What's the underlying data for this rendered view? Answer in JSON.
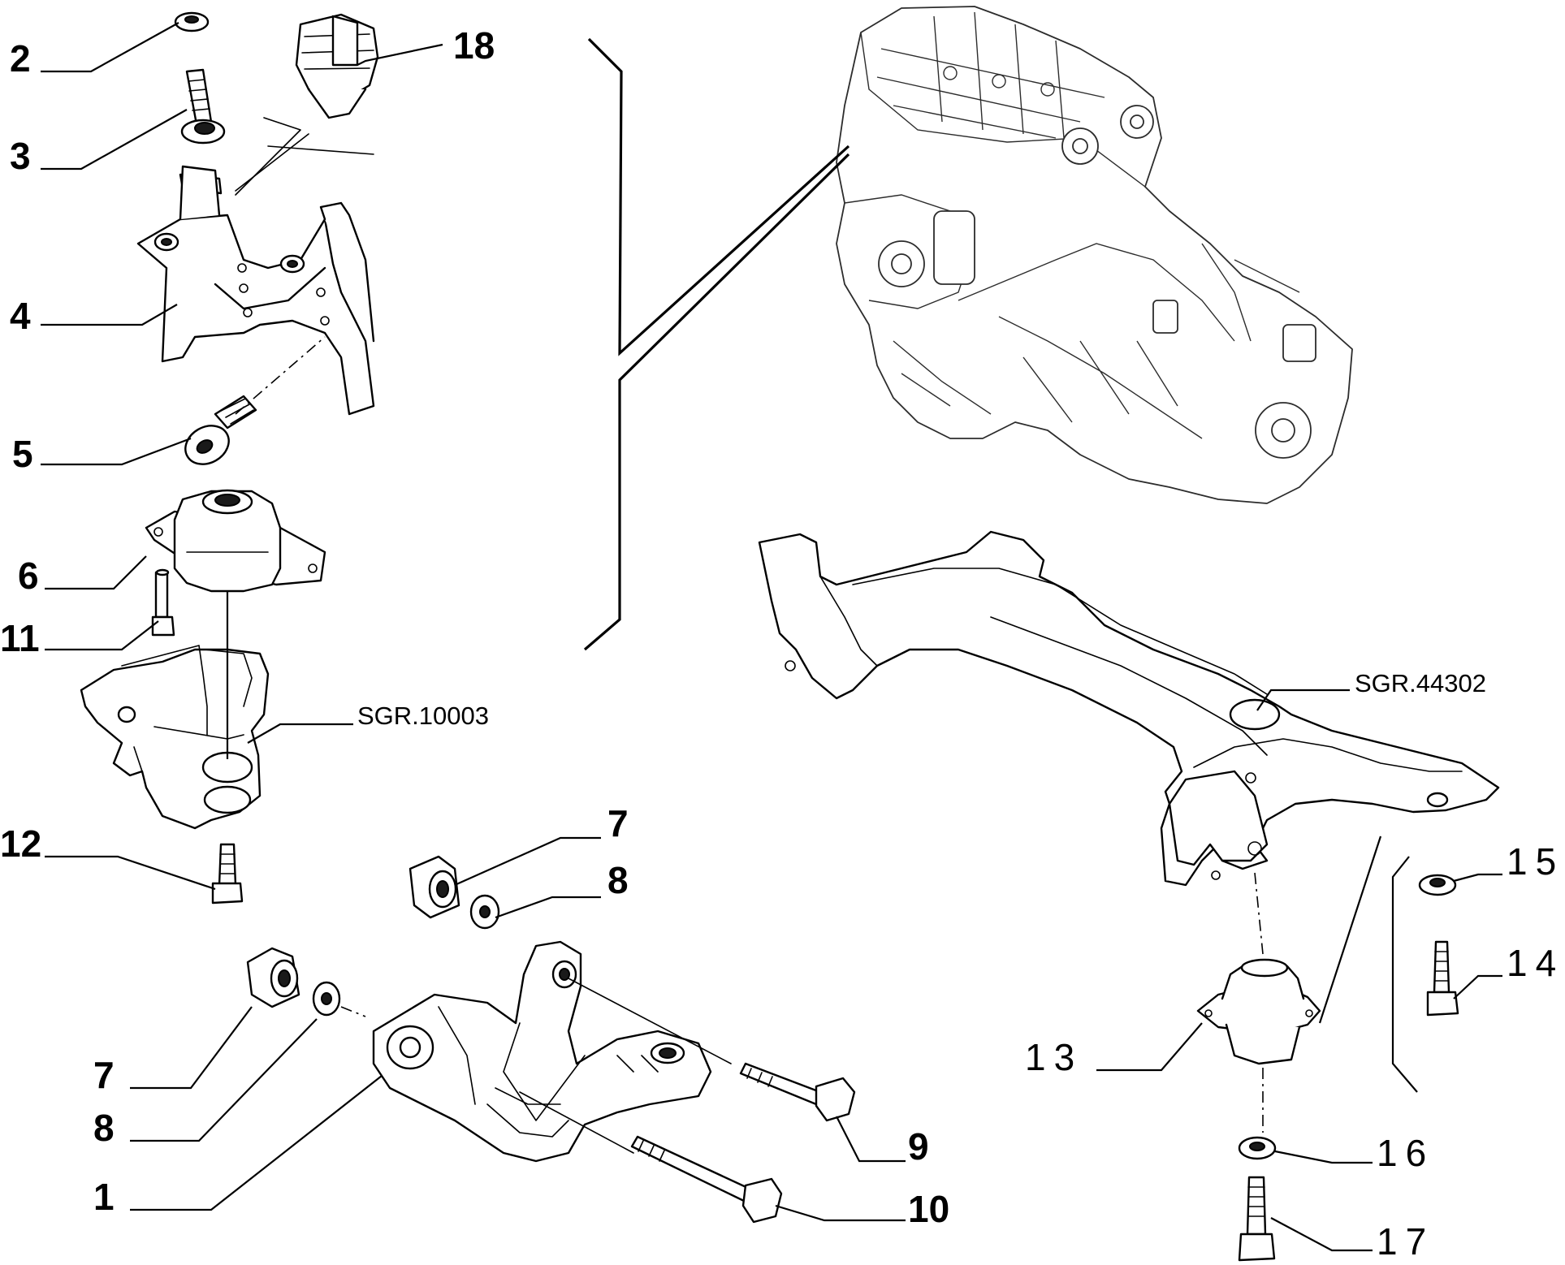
{
  "diagram": {
    "callouts": {
      "c2": "2",
      "c3": "3",
      "c4": "4",
      "c5": "5",
      "c6": "6",
      "c11": "11",
      "c12": "12",
      "c18": "18",
      "c7_top": "7",
      "c8_top": "8",
      "c7_left": "7",
      "c8_left": "8",
      "c1": "1",
      "c9": "9",
      "c10": "10",
      "c13": "13",
      "c14": "14",
      "c15": "15",
      "c16": "16",
      "c17": "17"
    },
    "references": {
      "ref_left": "SGR.10003",
      "ref_right": "SGR.44302"
    }
  }
}
